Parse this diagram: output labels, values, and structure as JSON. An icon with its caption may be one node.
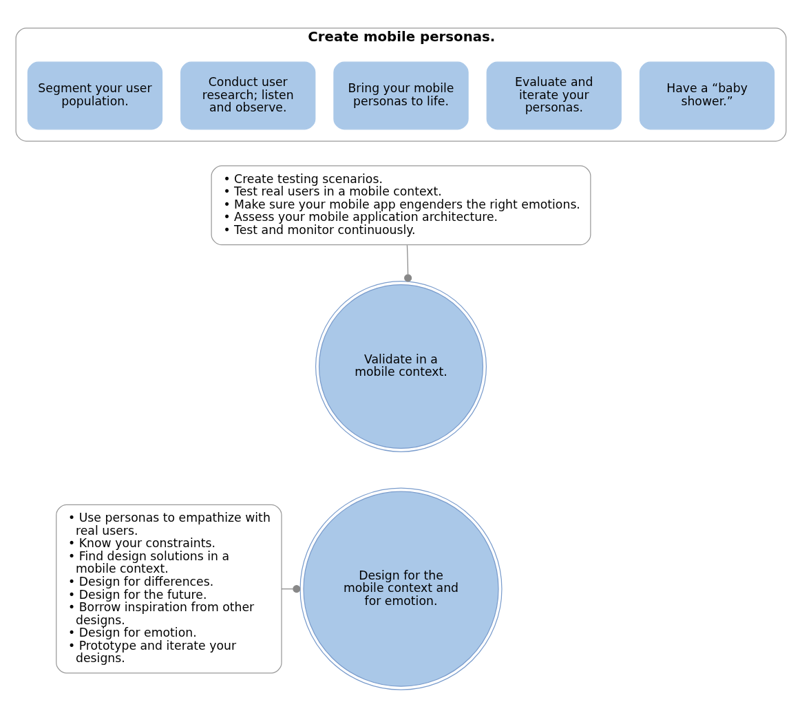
{
  "diagram": {
    "nodes": [
      {
        "text": [
          "Create mobile personas."
        ]
      },
      {
        "text": [
          "Segment your user population."
        ],
        "in": 0
      },
      {
        "text": [
          "Conduct user research; listen and observe."
        ],
        "in": 0
      },
      {
        "text": [
          "Bring your mobile personas to life."
        ],
        "in": 0
      },
      {
        "text": [
          "Evaluate and iterate your personas."
        ],
        "in": 0
      },
      {
        "text": [
          "Have a “baby shower.”"
        ],
        "in": 0
      },
      {
        "text": [
          "• Create testing scenarios.",
          "• Test real users in a mobile context.",
          "• Make sure your mobile app engenders the right emotions.",
          "• Assess your mobile application architecture.",
          "• Test and monitor continuously."
        ]
      },
      {
        "text": [
          "Validate in a mobile context."
        ]
      },
      {
        "text": [
          "• Use personas to empathize with real users.",
          "• Know your constraints.",
          "• Find design solutions in a mobile context.",
          "• Design for differences.",
          "• Design for the future.",
          "• Borrow inspiration from other designs.",
          "• Design for emotion.",
          "• Prototype and iterate your designs."
        ]
      },
      {
        "text": [
          "Design for the mobile context and for emotion."
        ]
      }
    ],
    "edges": [
      {
        "from": 6,
        "to": 7,
        "arrow": "other"
      },
      {
        "from": 8,
        "to": 9,
        "arrow": "other"
      }
    ]
  }
}
